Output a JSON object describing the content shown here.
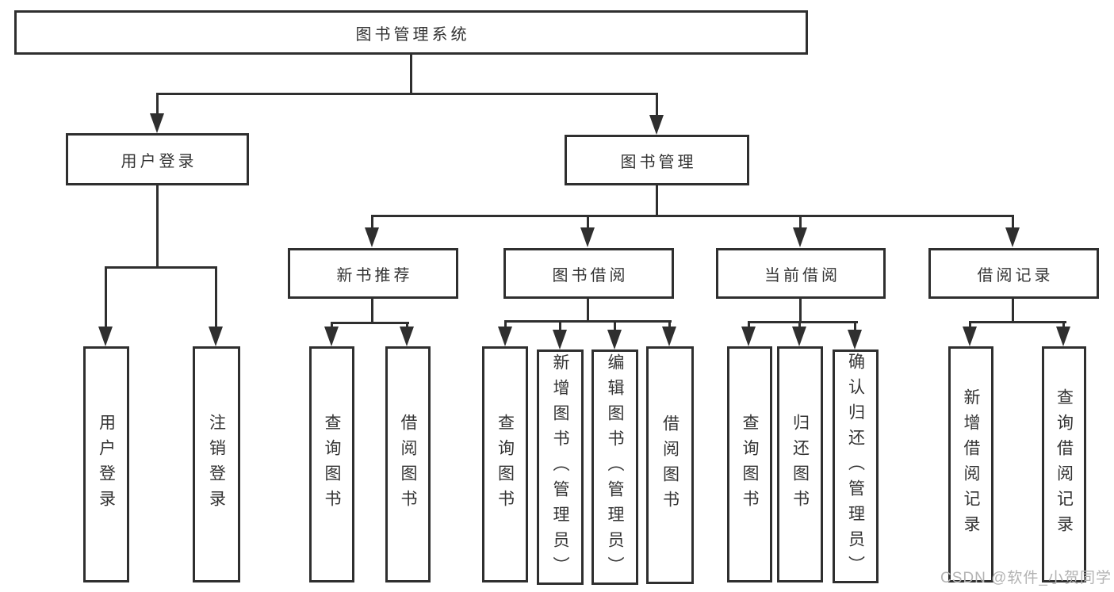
{
  "diagram": {
    "title_node": "图书管理系统",
    "root": {
      "label": "图书管理系统",
      "children": [
        {
          "label": "用户登录",
          "children": [
            {
              "label": "用户登录"
            },
            {
              "label": "注销登录"
            }
          ]
        },
        {
          "label": "图书管理",
          "children": [
            {
              "label": "新书推荐",
              "children": [
                {
                  "label": "查询图书"
                },
                {
                  "label": "借阅图书"
                }
              ]
            },
            {
              "label": "图书借阅",
              "children": [
                {
                  "label": "查询图书"
                },
                {
                  "label": "新增图书（管理员）"
                },
                {
                  "label": "编辑图书（管理员）"
                },
                {
                  "label": "借阅图书"
                }
              ]
            },
            {
              "label": "当前借阅",
              "children": [
                {
                  "label": "查询图书"
                },
                {
                  "label": "归还图书"
                },
                {
                  "label": "确认归还（管理员）"
                }
              ]
            },
            {
              "label": "借阅记录",
              "children": [
                {
                  "label": "新增借阅记录"
                },
                {
                  "label": "查询借阅记录"
                }
              ]
            }
          ]
        }
      ]
    }
  },
  "watermark": {
    "text": "CSDN @软件_小贺同学"
  },
  "colors": {
    "line": "#2f2f2f",
    "text": "#333333",
    "background": "#ffffff",
    "watermark": "#b3b3b3"
  }
}
